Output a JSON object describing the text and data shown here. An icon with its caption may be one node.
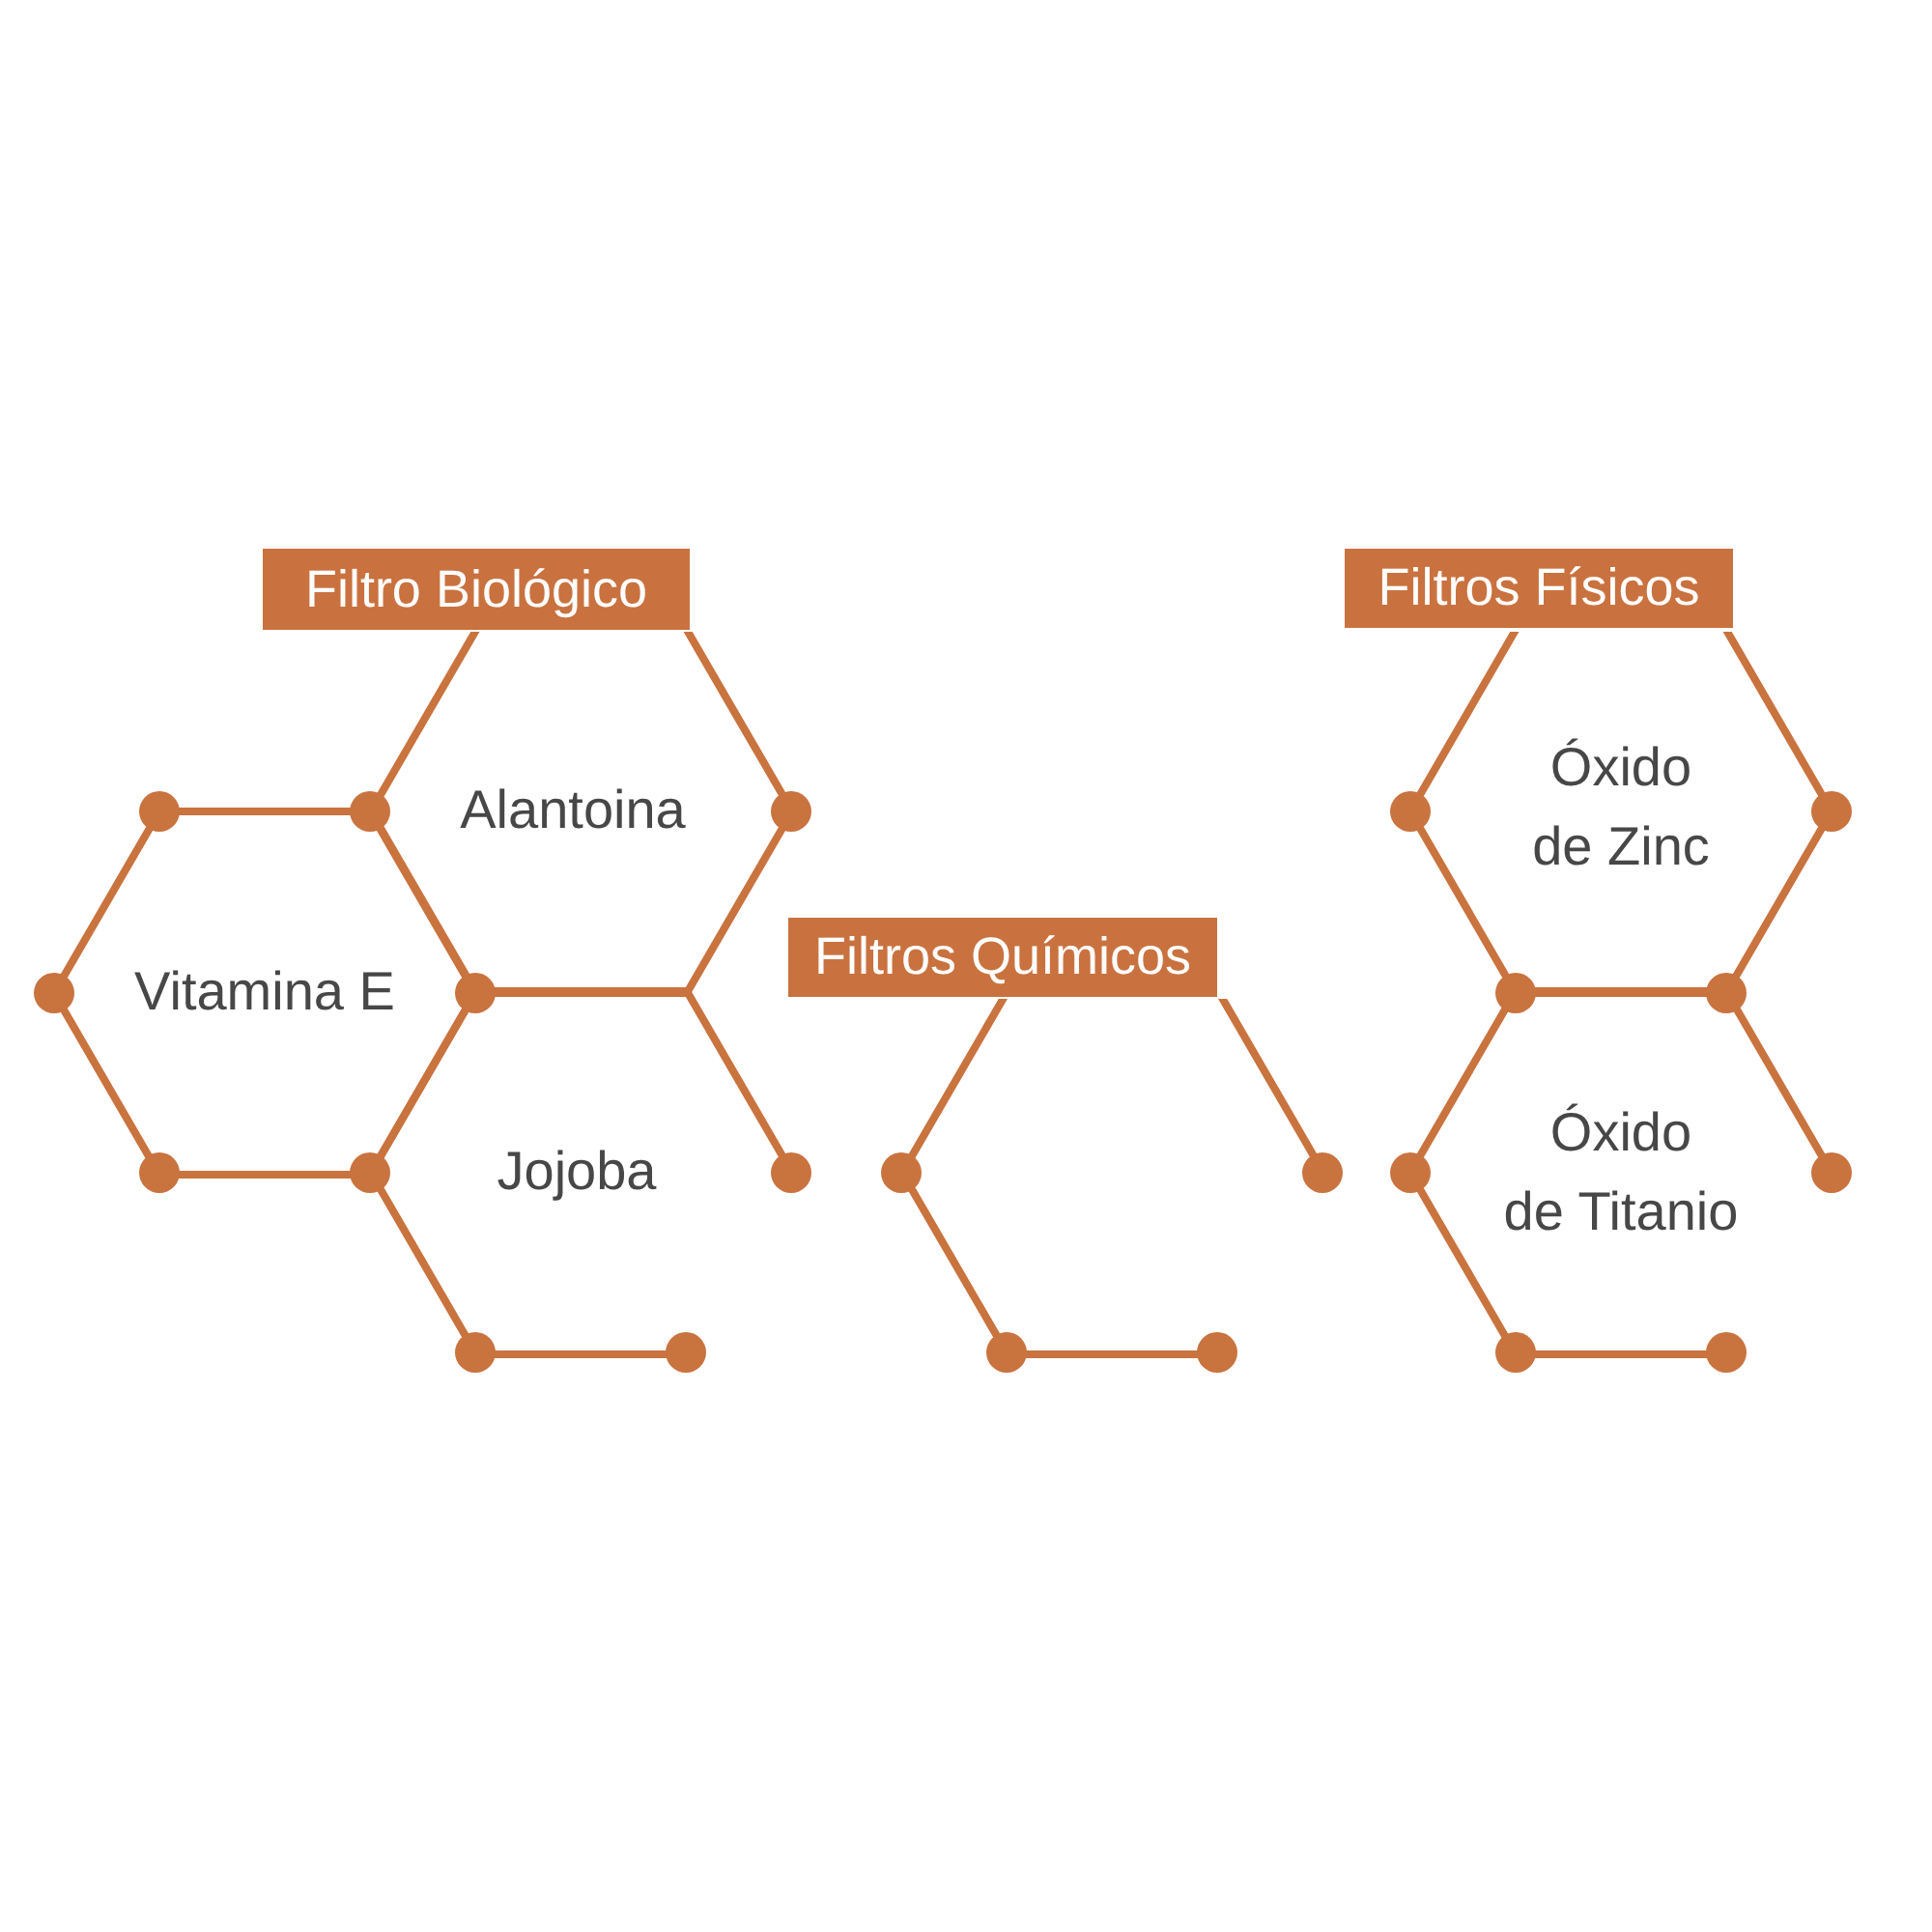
{
  "diagram": {
    "nodes": [
      {
        "text": [
          "Filtro Biológico"
        ]
      },
      {
        "text": [
          "Vitamina E"
        ]
      },
      {
        "text": [
          "Alantoina"
        ]
      },
      {
        "text": [
          "Jojoba"
        ]
      },
      {
        "text": [
          "Filtros Químicos"
        ]
      },
      {
        "text": [],
        "shape": "hexagon"
      },
      {
        "text": [
          "Filtros Físicos"
        ]
      },
      {
        "text": [
          "Óxido de Zinc"
        ]
      },
      {
        "text": [
          "Óxido de Titanio"
        ]
      }
    ]
  }
}
